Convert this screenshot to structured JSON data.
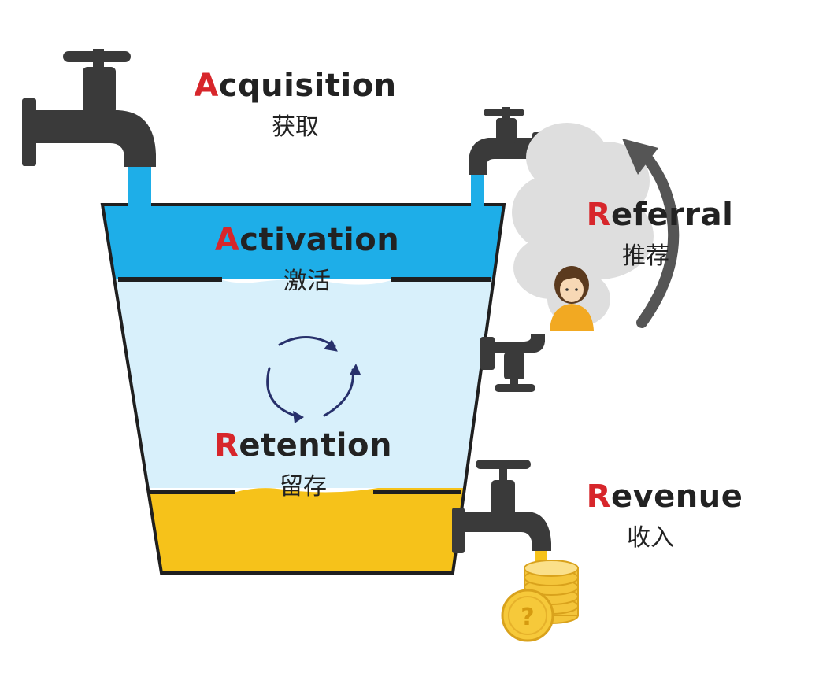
{
  "stages": {
    "acquisition": {
      "initial": "A",
      "rest": "cquisition",
      "chinese": "获取"
    },
    "activation": {
      "initial": "A",
      "rest": "ctivation",
      "chinese": "激活"
    },
    "retention": {
      "initial": "R",
      "rest": "etention",
      "chinese": "留存"
    },
    "referral": {
      "initial": "R",
      "rest": "eferral",
      "chinese": "推荐"
    },
    "revenue": {
      "initial": "R",
      "rest": "evenue",
      "chinese": "收入"
    }
  },
  "colors": {
    "highlight_letter": "#d7262b",
    "water_blue": "#1eaee8",
    "water_light": "#d8f0fb",
    "gold_layer": "#f6c21a",
    "faucet": "#3a3a3a",
    "cycle_arrows": "#27306b",
    "cloud": "#dcdcdc",
    "curved_arrow": "#555555"
  },
  "icons": [
    "faucet-icon",
    "cycle-arrows-icon",
    "cloud-icon",
    "person-icon",
    "coins-icon",
    "curved-arrow-icon"
  ]
}
